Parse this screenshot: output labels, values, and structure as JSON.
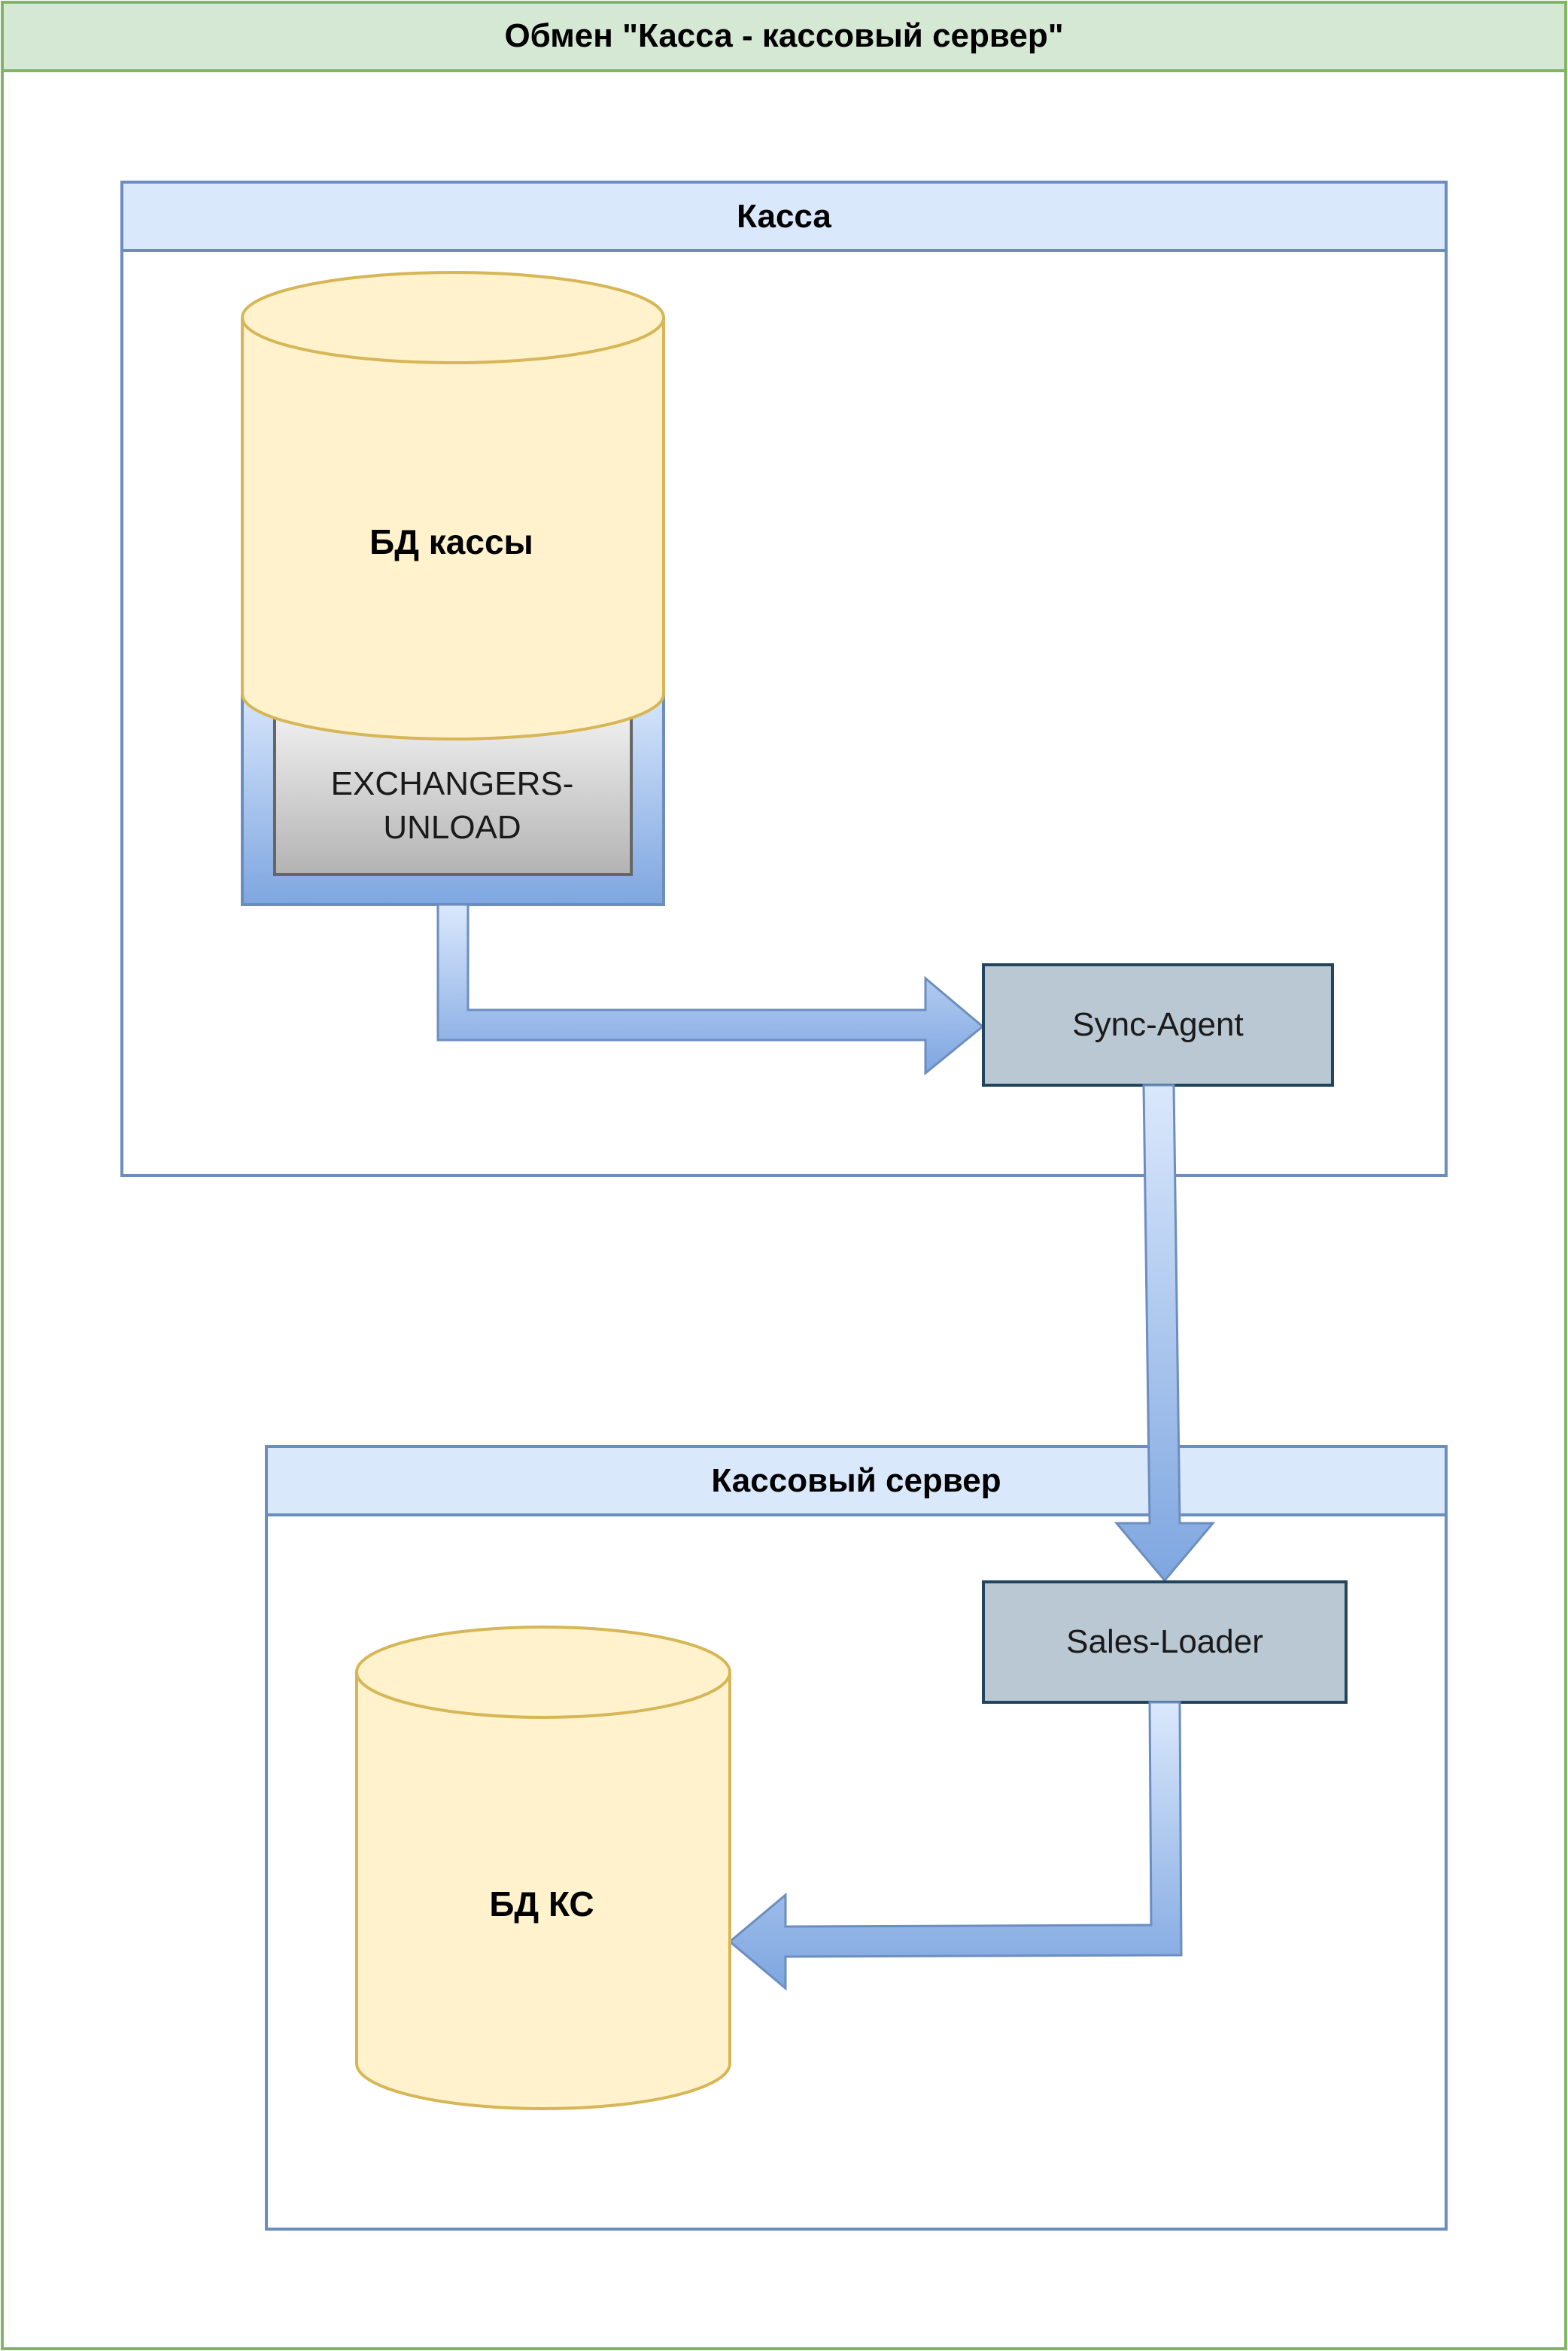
{
  "outer_frame": {
    "title": "Обмен \"Касса - кассовый сервер\""
  },
  "kassa_group": {
    "title": "Касса"
  },
  "server_group": {
    "title": "Кассовый сервер"
  },
  "nodes": {
    "db_kassa": {
      "label": "БД кассы"
    },
    "exchangers_unload": {
      "line1": "EXCHANGERS-",
      "line2": "UNLOAD"
    },
    "sync_agent": {
      "label": "Sync-Agent"
    },
    "sales_loader": {
      "label": "Sales-Loader"
    },
    "db_ks": {
      "label": "БД КС"
    }
  },
  "colors": {
    "frame_border": "#82b366",
    "frame_header": "#d5e8d4",
    "group_border": "#6c8ebf",
    "group_header": "#dae8fc",
    "db_fill": "#fff2cc",
    "db_border": "#d6b656",
    "process_fill": "#bac8d3",
    "process_border": "#23445d",
    "arrow_light": "#dae8fc",
    "arrow_dark": "#7ea6e0"
  }
}
